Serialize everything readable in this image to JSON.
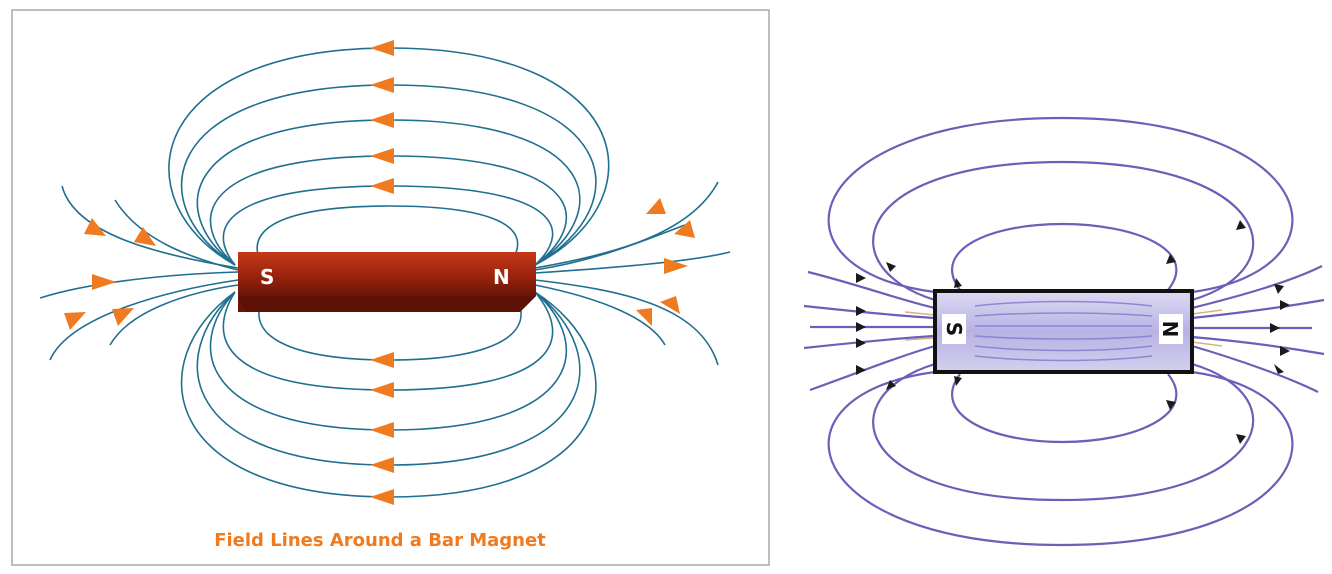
{
  "left_panel": {
    "caption": "Field Lines Around a Bar Magnet",
    "south_label": "S",
    "north_label": "N",
    "colors": {
      "frame": "#a9a9a9",
      "field_line": "#1f6f8f",
      "arrow": "#f07a1f",
      "magnet_top": "#b33214",
      "magnet_mid": "#7e1a0a",
      "magnet_shade": "#6a1407",
      "caption": "#f07a1f",
      "pole_text": "#ffffff"
    }
  },
  "right_panel": {
    "south_label": "S",
    "north_label": "N",
    "colors": {
      "field_line": "#6b5fb8",
      "inner_line": "#8a7fd0",
      "arrow": "#1a1a1a",
      "magnet_fill": "#c9c6ea",
      "magnet_border": "#111111",
      "label_bg": "#ffffff",
      "label_text": "#111111",
      "stub_warm": "#d7b27d"
    }
  }
}
